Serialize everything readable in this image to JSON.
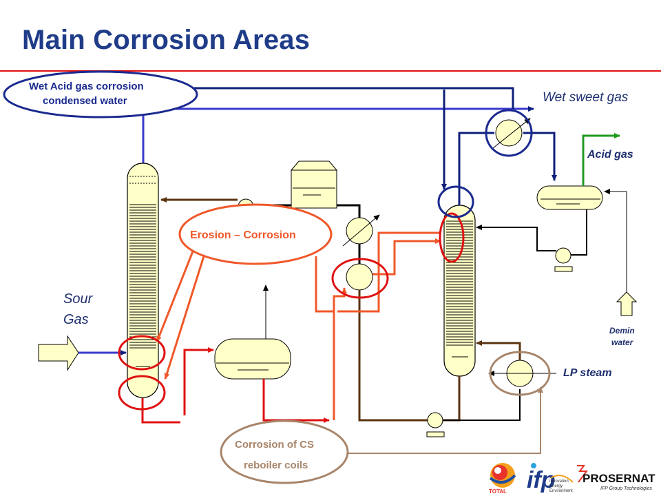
{
  "title": "Main Corrosion Areas",
  "labels": {
    "wet_acid_1": "Wet  Acid gas corrosion",
    "wet_acid_2": "condensed water",
    "wet_sweet_gas": "Wet sweet gas",
    "acid_gas": "Acid gas",
    "erosion": "Erosion – Corrosion",
    "sour_1": "Sour",
    "sour_2": "Gas",
    "demin_1": "Demin",
    "demin_2": "water",
    "lp_steam": "LP steam",
    "cs_1": "Corrosion of CS",
    "cs_2": "reboiler coils"
  },
  "logos": {
    "total": "TOTAL",
    "ifp": "ifp",
    "ifp_tag_1": "Innovation",
    "ifp_tag_2": "Energy",
    "ifp_tag_3": "Environment",
    "prosernat": "PROSERNAT",
    "prosernat_tag": "IFP Group Technologies"
  },
  "colors": {
    "title": "#1f3c88",
    "sweet_gas_line": "#3a3ad0",
    "acid_gas_line": "#1f9a1f",
    "rich_line": "#f0582a",
    "steam_line": "#a8856a",
    "lean_line": "#5a3310",
    "overhead_line": "#0d1f7a",
    "red_line": "#e01010",
    "highlight_circle": "#f04a1f",
    "equipment_fill": "#ffffc8"
  }
}
